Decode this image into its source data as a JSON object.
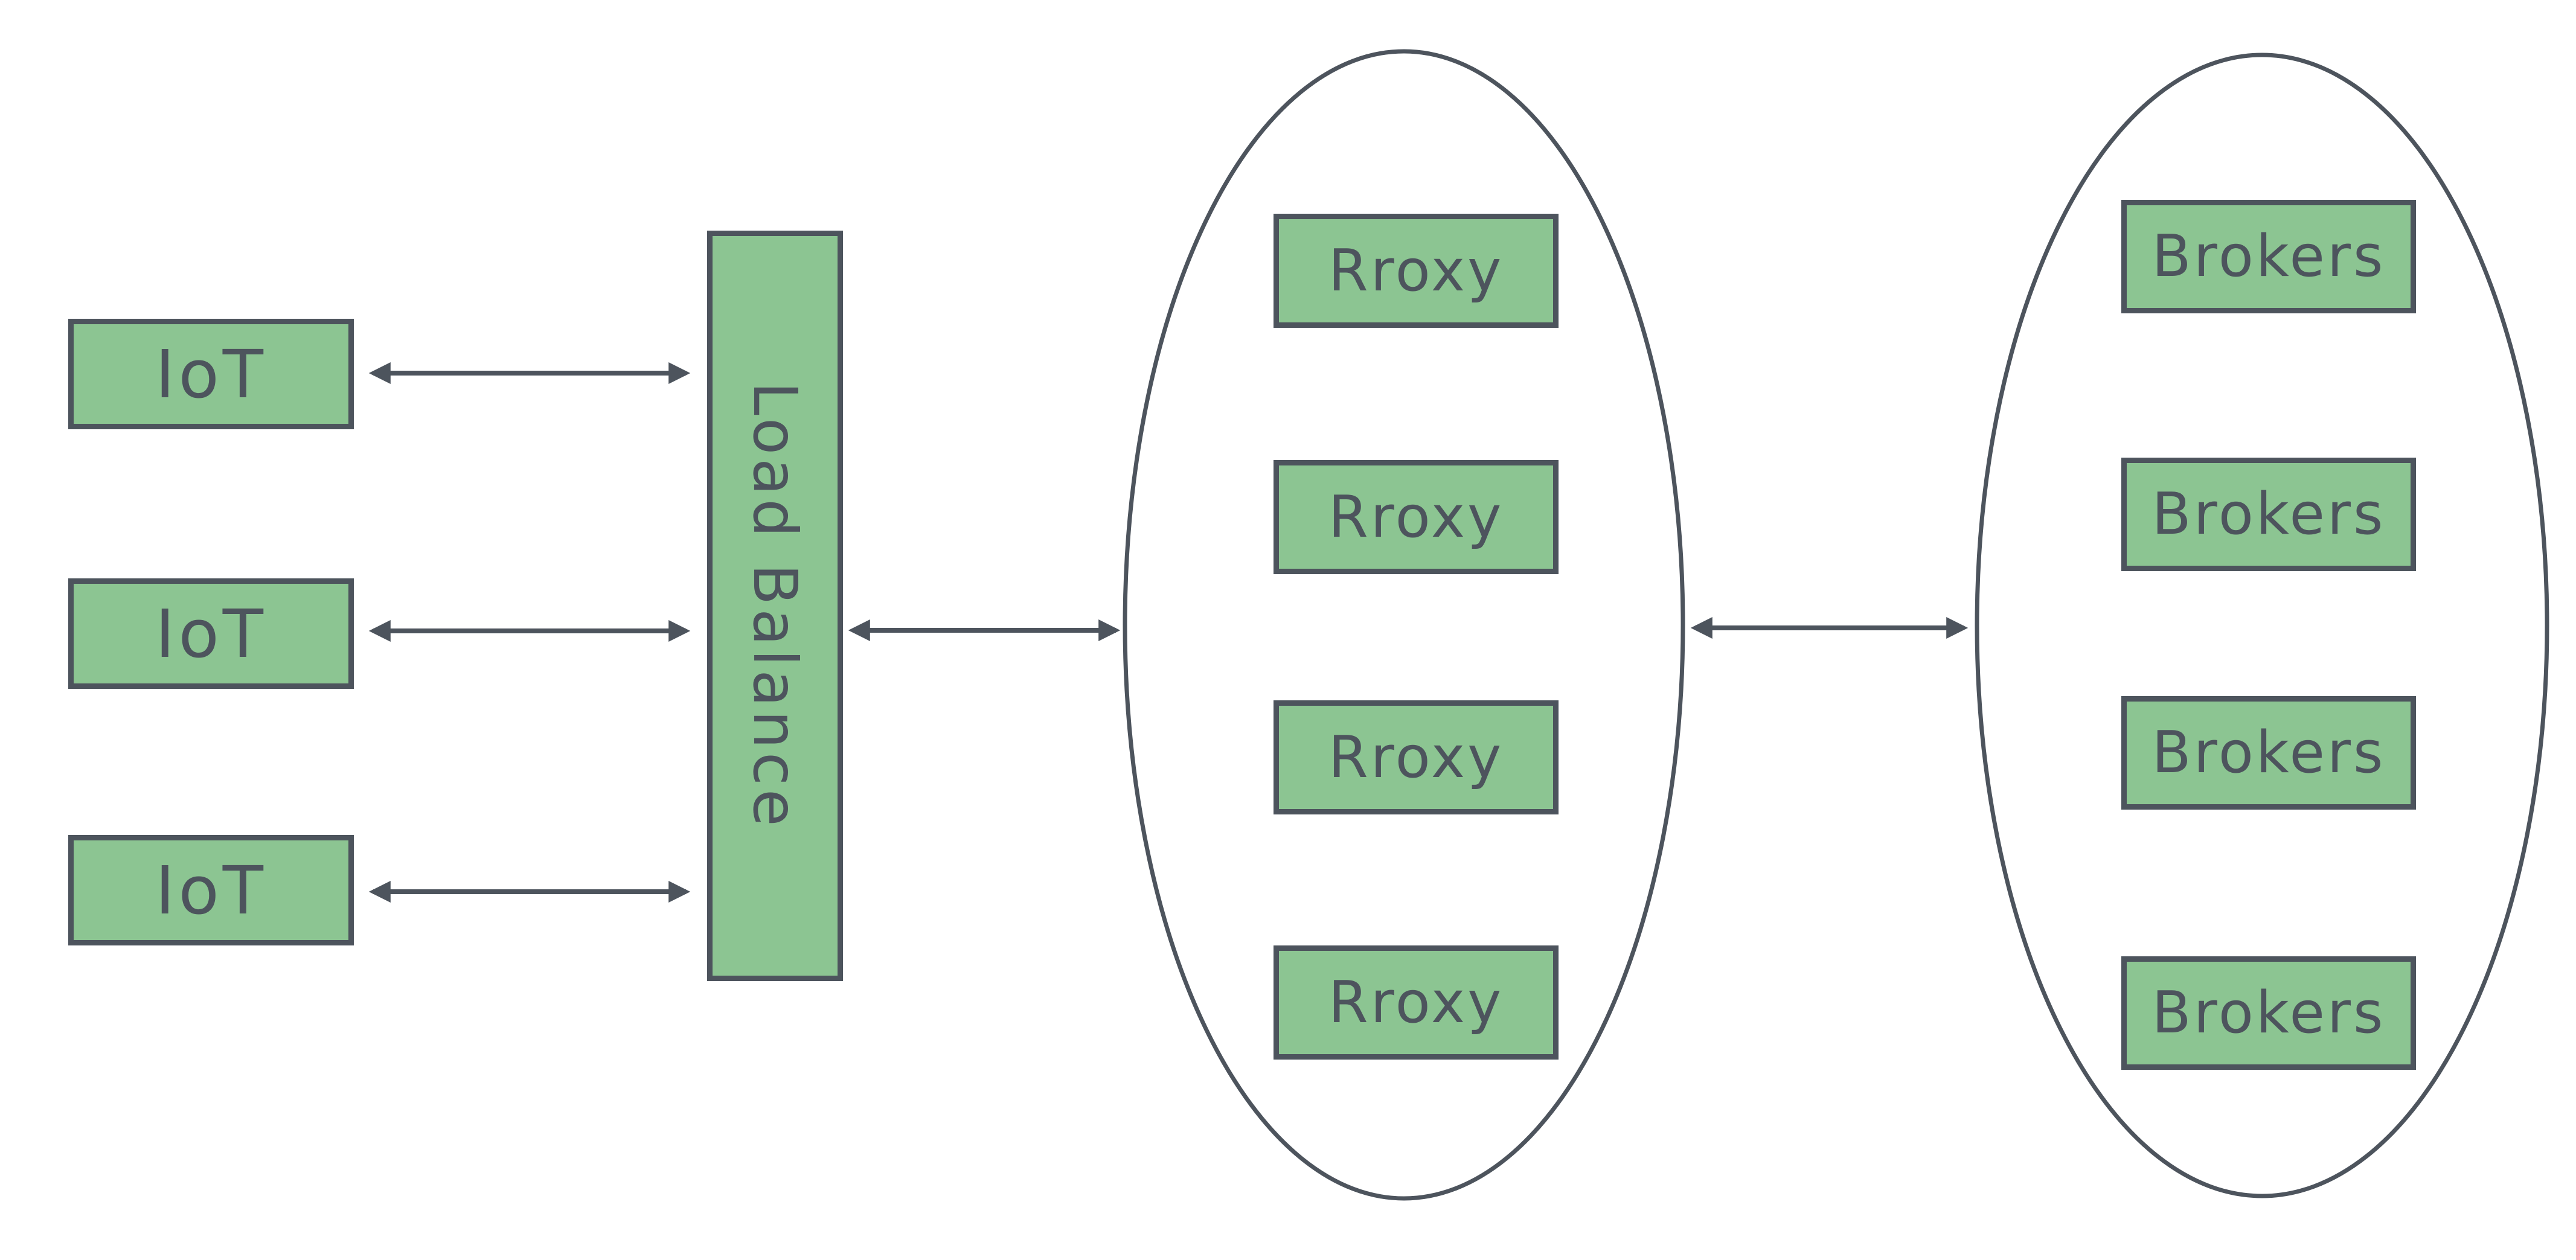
{
  "theme": {
    "background": "#ffffff",
    "node_fill": "#8cc592",
    "line_color": "#4d545d",
    "text_color": "#4d545d"
  },
  "nodes": {
    "iot_devices": [
      {
        "label": "IoT"
      },
      {
        "label": "IoT"
      },
      {
        "label": "IoT"
      }
    ],
    "load_balancer": {
      "label": "Load Balance"
    },
    "proxies": [
      {
        "label": "Rroxy"
      },
      {
        "label": "Rroxy"
      },
      {
        "label": "Rroxy"
      },
      {
        "label": "Rroxy"
      }
    ],
    "brokers": [
      {
        "label": "Brokers"
      },
      {
        "label": "Brokers"
      },
      {
        "label": "Brokers"
      },
      {
        "label": "Brokers"
      }
    ]
  },
  "clusters": [
    {
      "id": "proxy-cluster",
      "shape": "ellipse",
      "contains": "proxies"
    },
    {
      "id": "broker-cluster",
      "shape": "ellipse",
      "contains": "brokers"
    }
  ],
  "connections": [
    {
      "from": "iot-1",
      "to": "load-balancer",
      "style": "double-headed-arrow"
    },
    {
      "from": "iot-2",
      "to": "load-balancer",
      "style": "double-headed-arrow"
    },
    {
      "from": "iot-3",
      "to": "load-balancer",
      "style": "double-headed-arrow"
    },
    {
      "from": "load-balancer",
      "to": "proxy-cluster",
      "style": "double-headed-arrow"
    },
    {
      "from": "proxy-cluster",
      "to": "broker-cluster",
      "style": "double-headed-arrow"
    }
  ]
}
